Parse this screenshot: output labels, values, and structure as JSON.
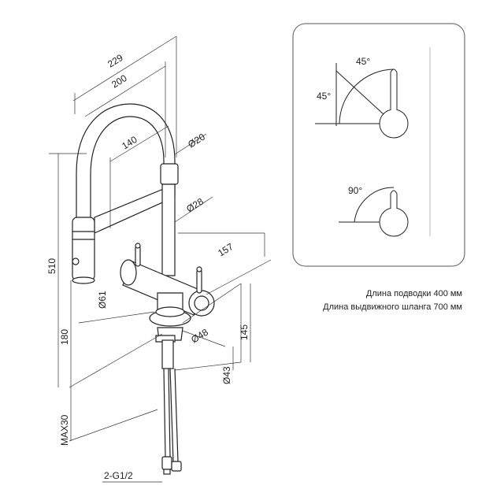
{
  "dimensions": {
    "d229": "229",
    "d200": "200",
    "d140": "140",
    "d20": "Ø20",
    "d28": "Ø28",
    "d157": "157",
    "d510": "510",
    "d61": "Ø61",
    "d180": "180",
    "d48": "Ø48",
    "d145": "145",
    "d43": "Ø43",
    "dmax30": "MAX30",
    "thread": "2-G1/2"
  },
  "handle_panel": {
    "angle_top": "45°",
    "angle_left": "45°",
    "angle_bottom": "90°"
  },
  "notes": {
    "supply_length": "Длина подводки 400 мм",
    "hose_length": "Длина выдвижного шланга 700 мм"
  },
  "colors": {
    "line": "#222222",
    "faucet_body": "#ffffff",
    "panel_border": "#555555"
  }
}
